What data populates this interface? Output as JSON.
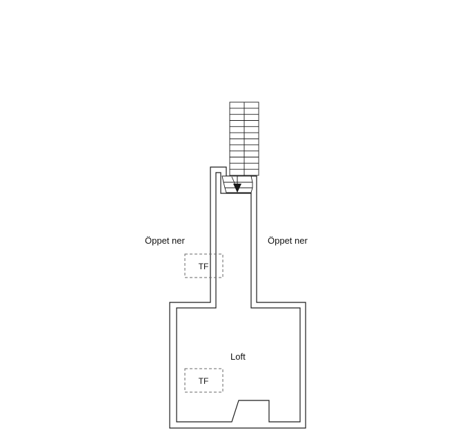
{
  "floorplan": {
    "labels": {
      "open_below_left": "Öppet ner",
      "open_below_right": "Öppet ner",
      "room": "Loft",
      "tf_upper": "TF",
      "tf_lower": "TF"
    }
  }
}
